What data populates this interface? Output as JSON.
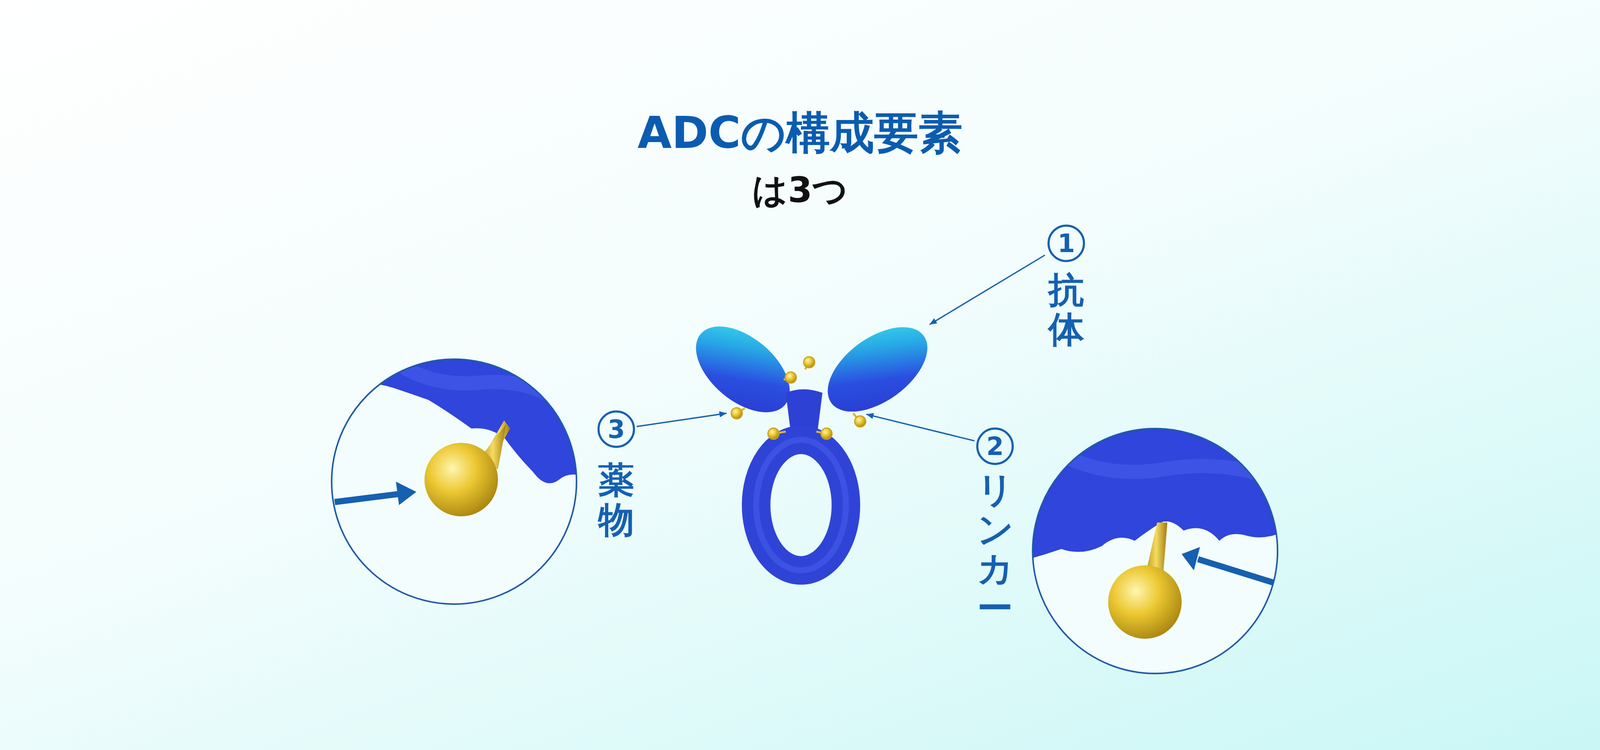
{
  "diagram": {
    "title": "ADCの構成要素",
    "labels": [
      "は3つ",
      "1",
      "抗体",
      "2",
      "リンカー",
      "3",
      "薬物"
    ]
  }
}
